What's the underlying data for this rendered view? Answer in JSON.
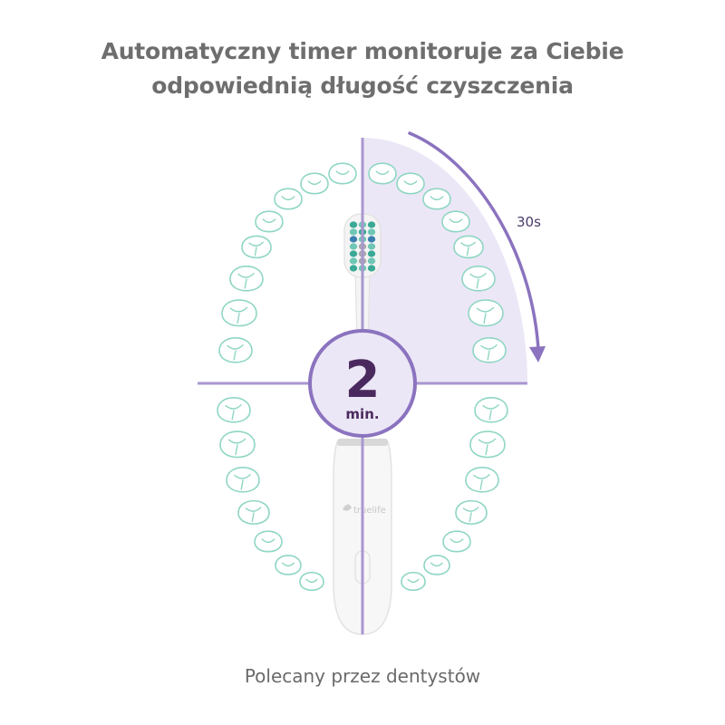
{
  "headline": {
    "line1": "Automatyczny timer monitoruje za Ciebie",
    "line2": "odpowiednią długość czyszczenia"
  },
  "timer": {
    "value": "2",
    "unit": "min."
  },
  "quadrant_label": "30s",
  "brand": "truelife",
  "footer": "Polecany przez dentystów",
  "colors": {
    "accent_purple": "#8b73bf",
    "dark_purple": "#4a2a5e",
    "quadrant_fill": "#ece7f6",
    "tooth_outline": "#8fd6c4",
    "text_gray": "#6e6e6e"
  }
}
